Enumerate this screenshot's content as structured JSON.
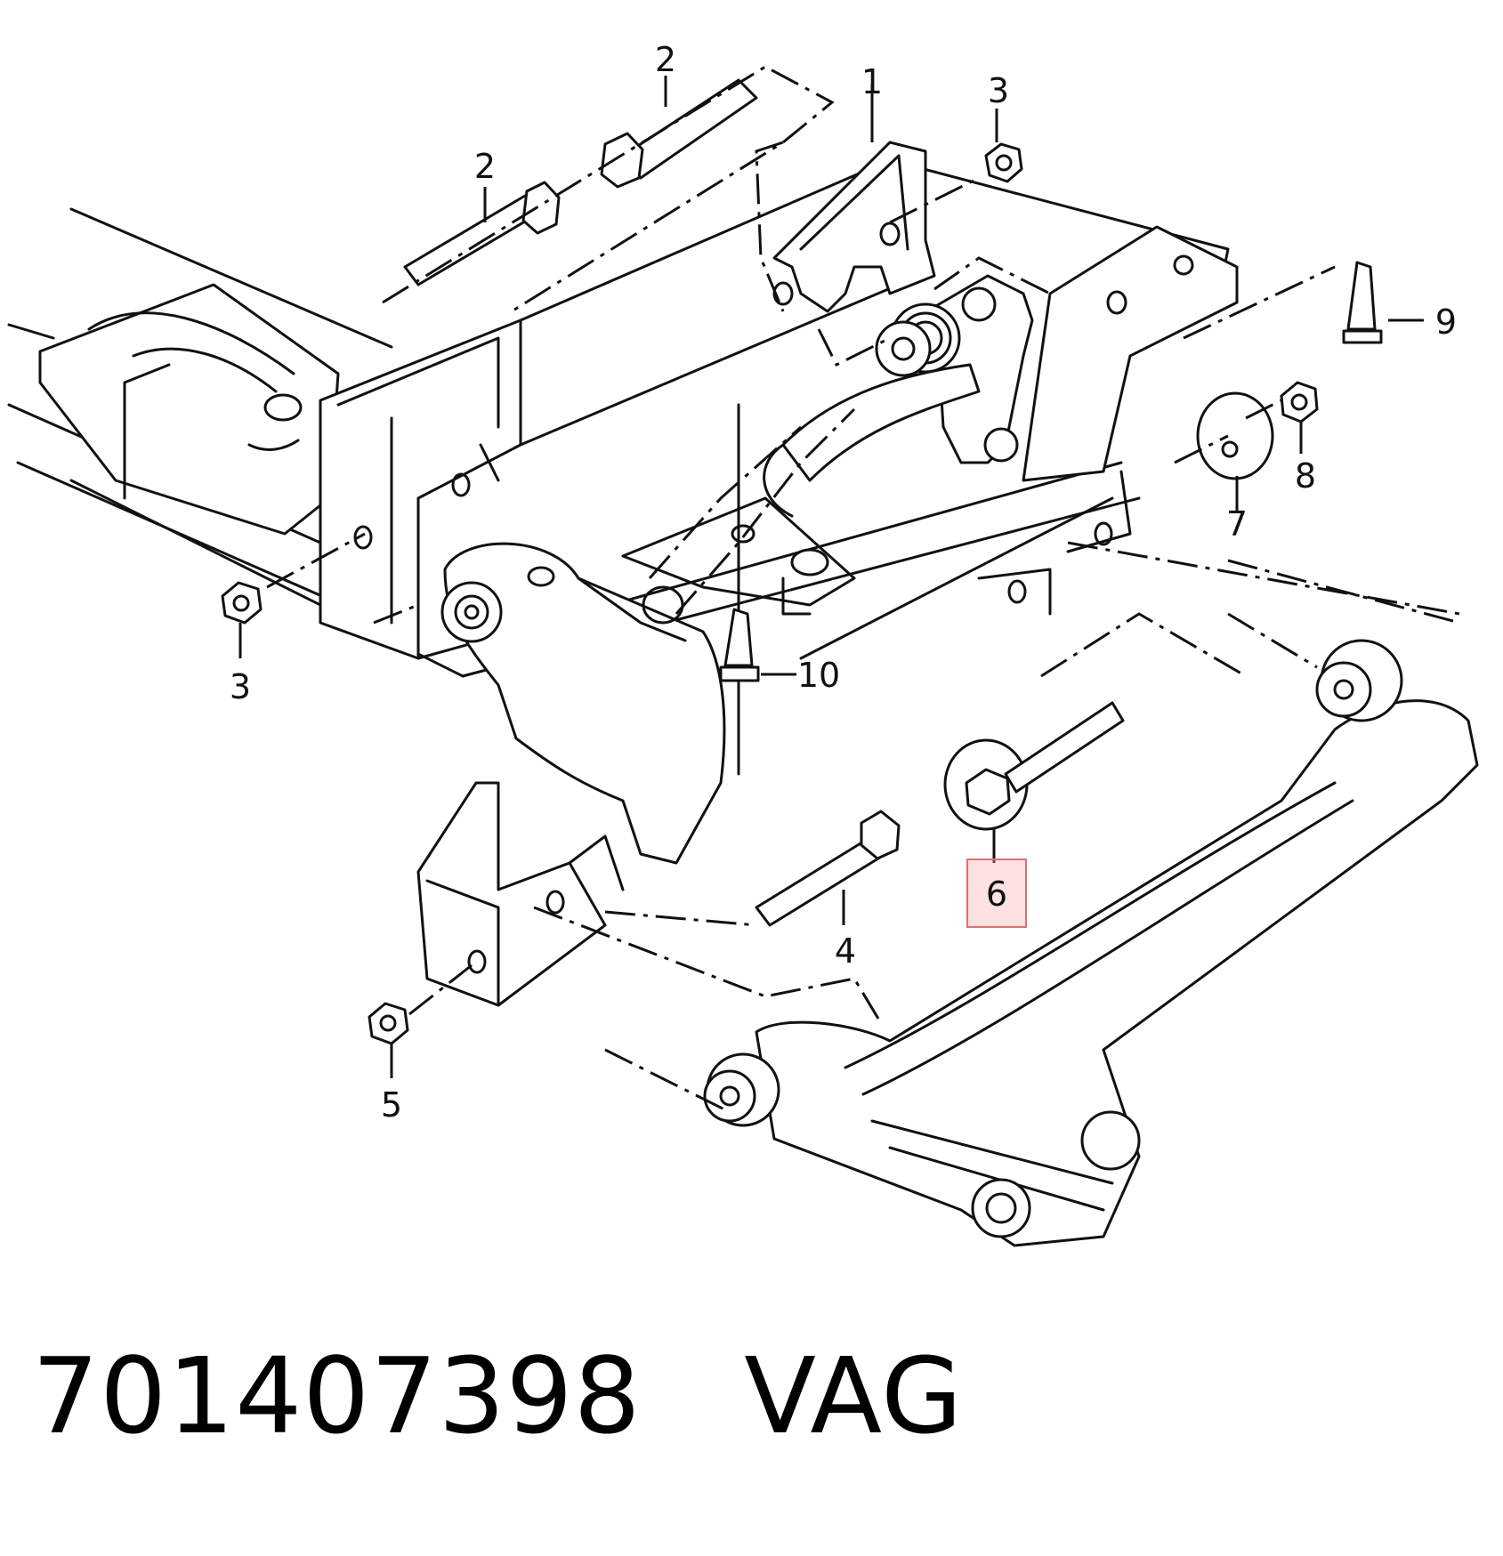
{
  "callouts": [
    "1",
    "2",
    "2",
    "3",
    "3",
    "4",
    "5",
    "6",
    "7",
    "8",
    "9",
    "10"
  ],
  "highlighted_callout": "6",
  "part_label": "701407398   VAG",
  "colors": {
    "line": "#111111",
    "highlight_fill": "#ffd6d6",
    "highlight_border": "#e07070"
  }
}
